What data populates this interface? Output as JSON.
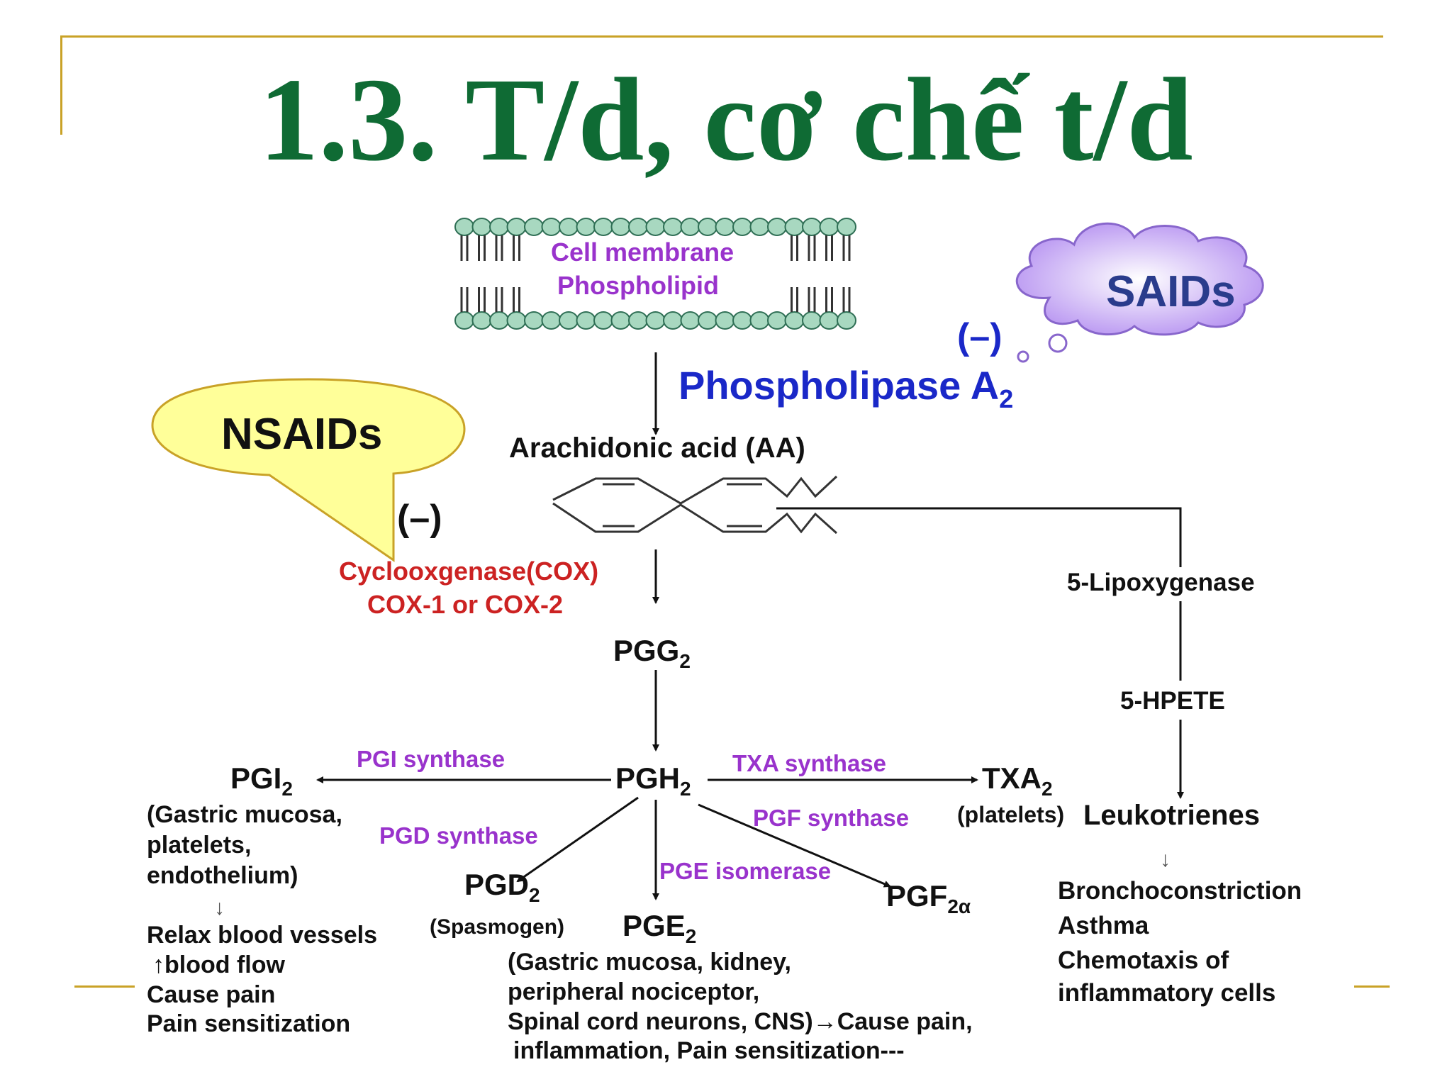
{
  "slide": {
    "title": "1.3. T/d, cơ chế t/d",
    "accent_color": "#0f6b34",
    "frame_color": "#c9a227"
  },
  "membrane": {
    "line1": "Cell membrane",
    "line2": "Phospholipid"
  },
  "saids": {
    "label": "SAIDs",
    "inhibit": "(–)"
  },
  "phospholipase": {
    "label": "Phospholipase A",
    "sub": "2"
  },
  "nsaids": {
    "label": "NSAIDs",
    "inhibit": "(–)"
  },
  "arachidonic": "Arachidonic acid (AA)",
  "cox": {
    "line1": "Cyclooxgenase(COX)",
    "line2": "COX-1 or COX-2"
  },
  "lipoxygenase": "5-Lipoxygenase",
  "hpete": "5-HPETE",
  "pgg": {
    "label": "PGG",
    "sub": "2"
  },
  "pgh": {
    "label": "PGH",
    "sub": "2"
  },
  "pgi": {
    "label": "PGI",
    "sub": "2",
    "enzyme": "PGI synthase",
    "site1": "(Gastric mucosa,",
    "site2": "platelets,",
    "site3": "endothelium)",
    "arrow": "↓",
    "effect1": "Relax blood vessels",
    "effect2_arrow": "↑",
    "effect2": "blood flow",
    "effect3": "Cause pain",
    "effect4": "Pain sensitization"
  },
  "txa": {
    "label": "TXA",
    "sub": "2",
    "enzyme": "TXA synthase",
    "site": "(platelets)"
  },
  "pgd": {
    "label": "PGD",
    "sub": "2",
    "enzyme": "PGD synthase",
    "note": "(Spasmogen)"
  },
  "pge": {
    "label": "PGE",
    "sub": "2",
    "enzyme": "PGE isomerase",
    "site1": "(Gastric mucosa, kidney,",
    "site2": "peripheral nociceptor,",
    "site3": "Spinal cord neurons, CNS)→Cause pain,",
    "site4": "inflammation, Pain sensitization---"
  },
  "pgf": {
    "label": "PGF",
    "sub": "2α",
    "enzyme": "PGF synthase"
  },
  "leuko": {
    "label": "Leukotrienes",
    "arrow": "↓",
    "effect1": "Bronchoconstriction",
    "effect2": "Asthma",
    "effect3": "Chemotaxis of",
    "effect4": "inflammatory cells"
  }
}
